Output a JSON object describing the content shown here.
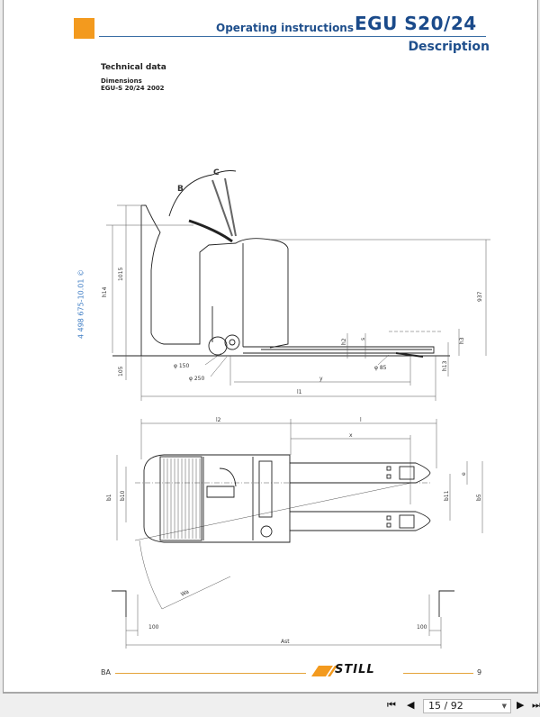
{
  "document": {
    "header": {
      "section": "Operating instructions",
      "model": "EGU S20/24",
      "subsection": "Description"
    },
    "heading": "Technical data",
    "subheading_1": "Dimensions",
    "subheading_2": "EGU-S 20/24 2002",
    "doc_number": "4 498 675-10.01 ©",
    "drawing_labels": {
      "B": "B",
      "C": "C",
      "h14": "h14",
      "h15": "1015",
      "h15_lower": "105",
      "h2": "h2",
      "s": "s",
      "h3": "h3",
      "h13": "h13",
      "h937": "937",
      "d150": "φ 150",
      "d250": "φ 250",
      "d85": "φ 85",
      "y": "y",
      "l1": "l1",
      "l2": "l2",
      "l": "l",
      "x": "x",
      "e": "e",
      "b11": "b11",
      "b5": "b5",
      "b1": "b1",
      "b10": "b10",
      "wa": "Wa",
      "clear_left": "100",
      "clear_right": "100",
      "ast": "Ast"
    },
    "footer": {
      "left": "BA",
      "brand": "STILL",
      "page": "9"
    }
  },
  "viewer_toolbar": {
    "first_page_icon": "⏮",
    "prev_page_icon": "◀",
    "page_indicator": "15 / 92",
    "next_page_icon": "▶",
    "last_page_icon": "⏭",
    "colors": {
      "accent_orange": "#f39a1e",
      "header_blue": "#1f4f8c"
    }
  }
}
